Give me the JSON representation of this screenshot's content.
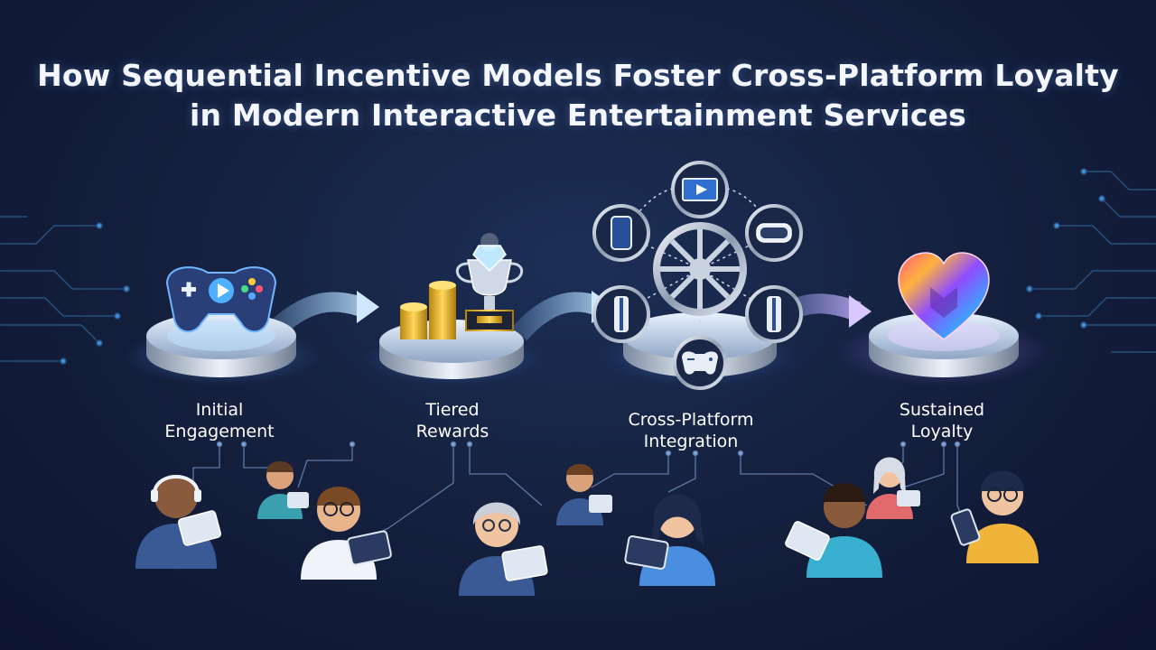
{
  "title": {
    "line1": "How Sequential Incentive Models Foster Cross-Platform Loyalty",
    "line2": "in Modern Interactive Entertainment Services"
  },
  "stages": [
    {
      "label_line1": "Initial",
      "label_line2": "Engagement",
      "icon": "gamepad-icon"
    },
    {
      "label_line1": "Tiered",
      "label_line2": "Rewards",
      "icon": "trophy-coins-icon"
    },
    {
      "label_line1": "Cross-Platform",
      "label_line2": "Integration",
      "icon": "device-hub-icon"
    },
    {
      "label_line1": "Sustained",
      "label_line2": "Loyalty",
      "icon": "heart-icon"
    }
  ],
  "colors": {
    "background": "#15213f",
    "accent_blue": "#5fb4ff",
    "accent_purple": "#9a7bff",
    "platform_silver": "#c9d3e0"
  }
}
